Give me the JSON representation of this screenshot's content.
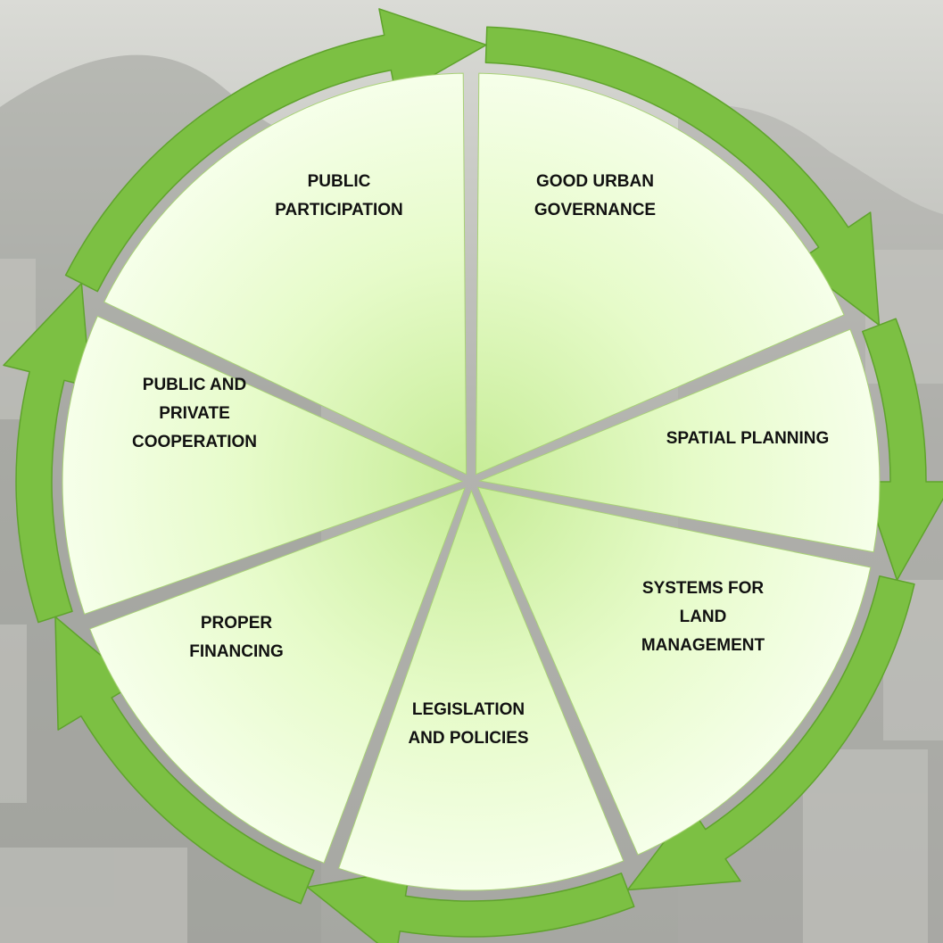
{
  "diagram": {
    "segments": [
      {
        "id": "public-participation",
        "lines": [
          "PUBLIC",
          "PARTICIPATION"
        ]
      },
      {
        "id": "good-urban-governance",
        "lines": [
          "GOOD URBAN",
          "GOVERNANCE"
        ]
      },
      {
        "id": "spatial-planning",
        "lines": [
          "SPATIAL PLANNING"
        ]
      },
      {
        "id": "systems-for-land-management",
        "lines": [
          "SYSTEMS FOR",
          "LAND",
          "MANAGEMENT"
        ]
      },
      {
        "id": "legislation-and-policies",
        "lines": [
          "LEGISLATION",
          "AND POLICIES"
        ]
      },
      {
        "id": "proper-financing",
        "lines": [
          "PROPER",
          "FINANCING"
        ]
      },
      {
        "id": "public-and-private-cooperation",
        "lines": [
          "PUBLIC AND",
          "PRIVATE",
          "COOPERATION"
        ]
      }
    ],
    "colors": {
      "arrow": "#7cc043",
      "arrow_dark": "#5fa32c",
      "wedge_light": "#f4ffe6",
      "wedge_dark": "#c9ef99",
      "gap": "#9c9c99"
    }
  }
}
